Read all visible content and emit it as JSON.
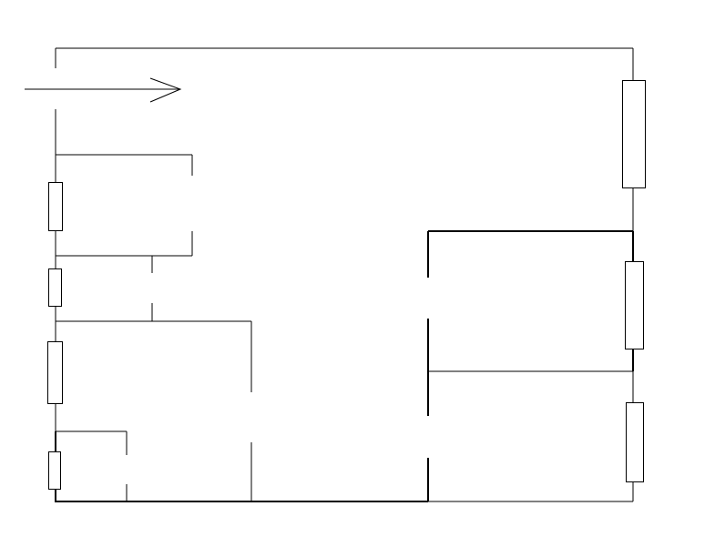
{
  "diagram": {
    "type": "floor-plan",
    "colors": {
      "line": "#000000",
      "background": "#ffffff"
    },
    "elements": [
      "outer-walls",
      "entrance-arrow",
      "interior-walls",
      "windows",
      "doorways"
    ]
  }
}
